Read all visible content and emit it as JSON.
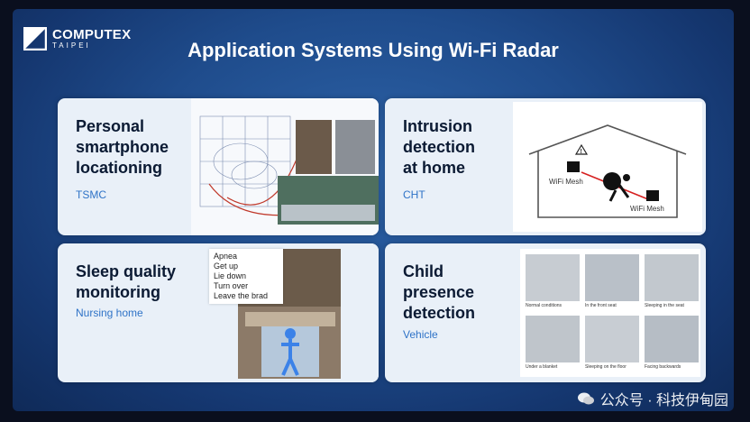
{
  "header": {
    "logo_line1": "COMPUTEX",
    "logo_line2": "TAIPEI",
    "title": "Application Systems Using Wi-Fi Radar"
  },
  "cards": [
    {
      "heading": "Personal\nsmartphone\nlocationing",
      "subtitle": "TSMC"
    },
    {
      "heading": "Intrusion\ndetection\nat home",
      "subtitle": "CHT",
      "labels": {
        "mesh_left": "WiFi Mesh",
        "mesh_right": "WiFi Mesh"
      }
    },
    {
      "heading": "Sleep quality\nmonitoring",
      "subtitle": "Nursing home",
      "activities": [
        "Apnea",
        "Get up",
        "Lie down",
        "Turn over",
        "Leave the brad"
      ]
    },
    {
      "heading": "Child\npresence\ndetection",
      "subtitle": "Vehicle",
      "captions": [
        "Normal conditions",
        "In the front seat",
        "Sleeping in the seat",
        "Under a blanket",
        "Sleeping on the floor",
        "Facing backwards"
      ]
    }
  ],
  "watermark": "公众号 · 科技伊甸园",
  "colors": {
    "accent": "#2f73c7",
    "background": "#1f4c8c",
    "card": "#e9f0f8"
  }
}
